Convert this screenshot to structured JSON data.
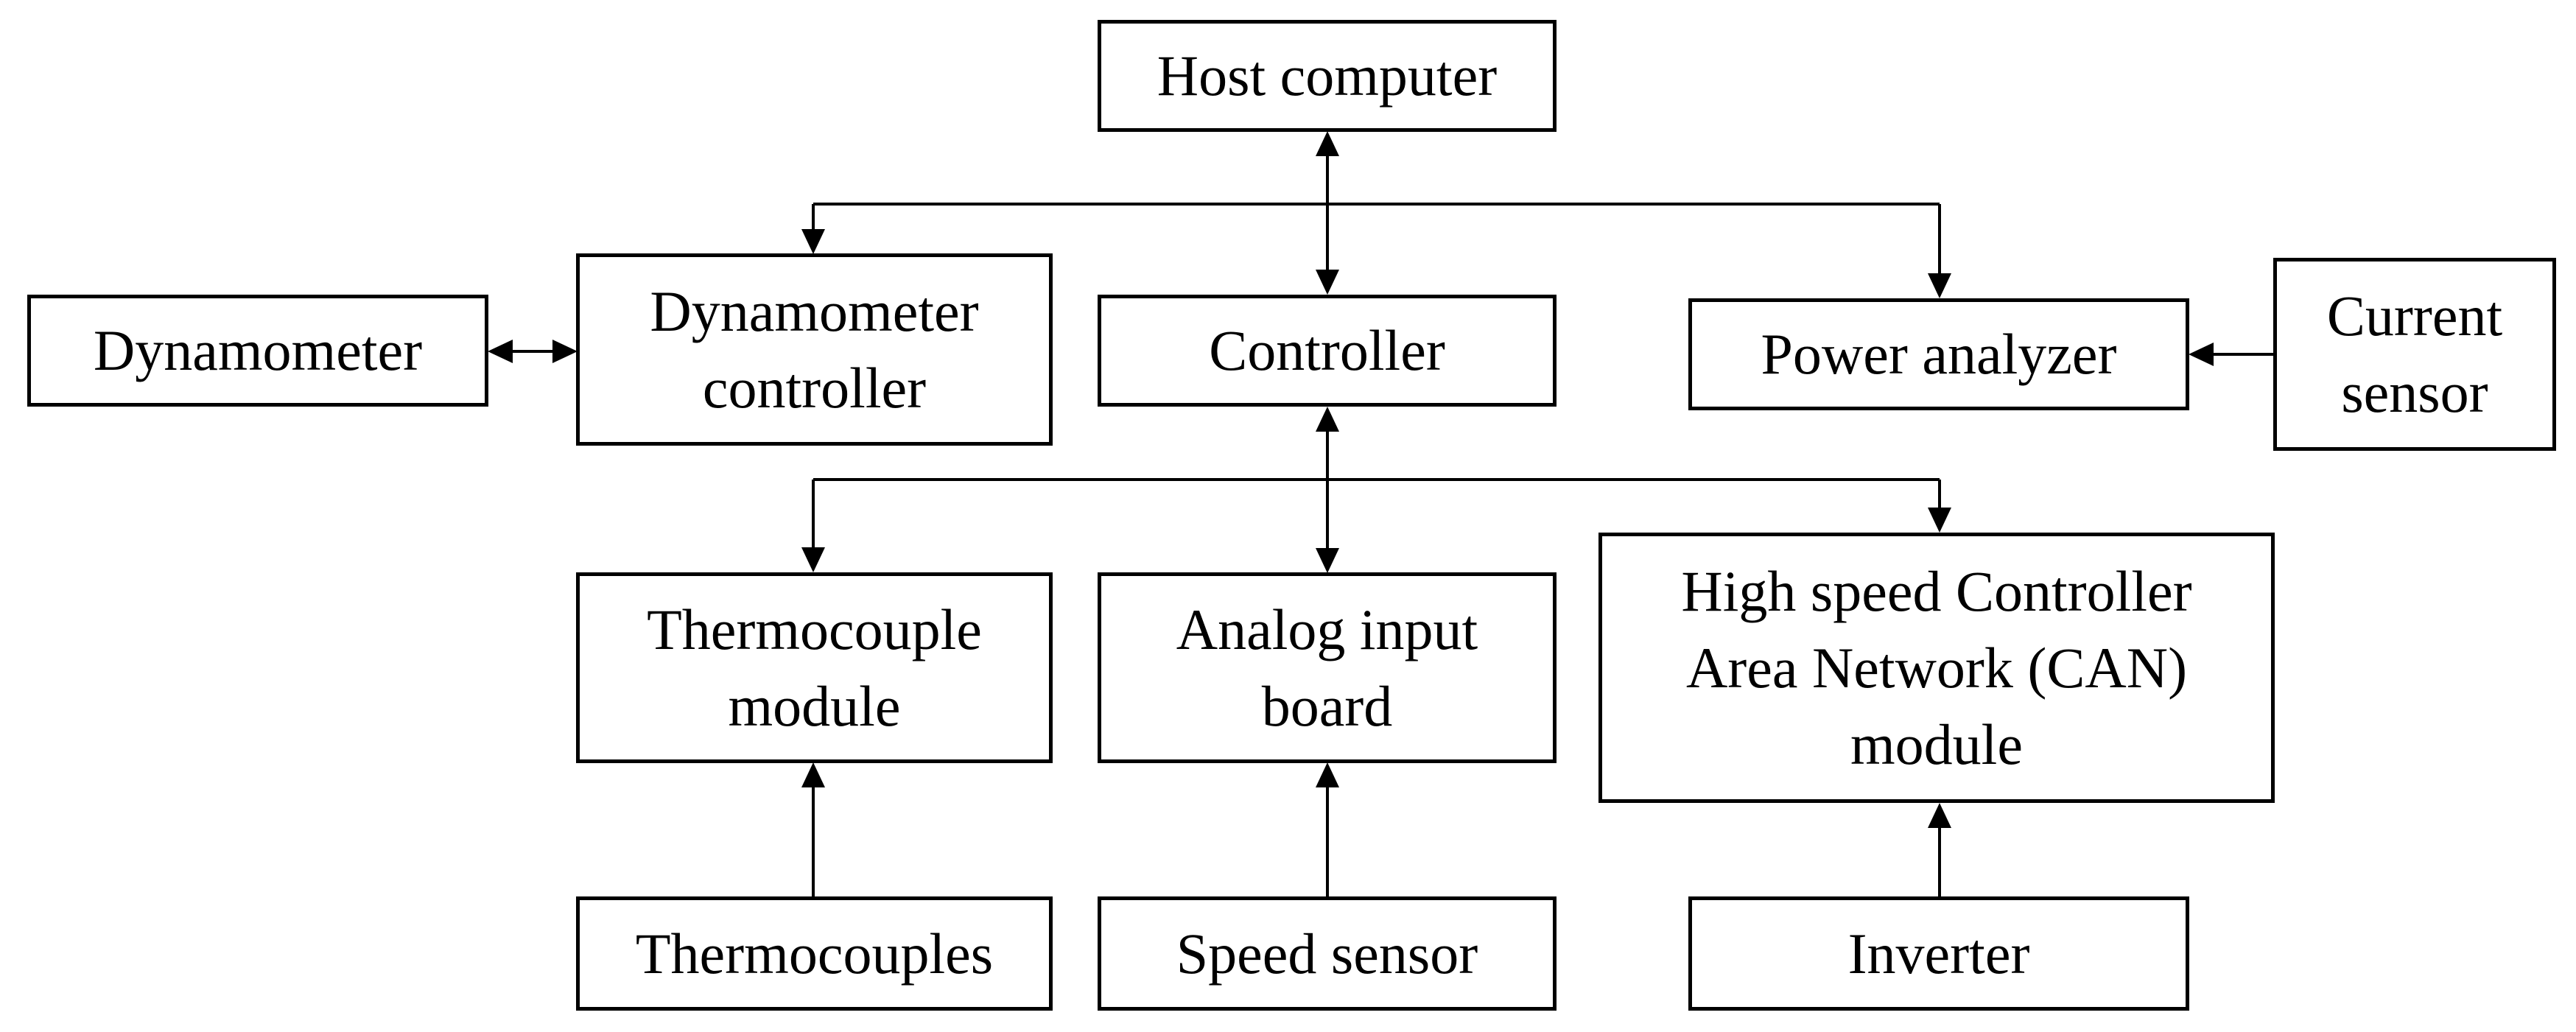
{
  "diagram": {
    "nodes": {
      "host_computer": "Host computer",
      "dynamometer": "Dynamometer",
      "dynamometer_controller": "Dynamometer\ncontroller",
      "controller": "Controller",
      "power_analyzer": "Power analyzer",
      "current_sensor": "Current\nsensor",
      "thermocouple_module": "Thermocouple\nmodule",
      "analog_input_board": "Analog  input\nboard",
      "can_module": "High speed Controller\nArea Network (CAN)\nmodule",
      "thermocouples": "Thermocouples",
      "speed_sensor": "Speed sensor",
      "inverter": "Inverter"
    },
    "edges": [
      {
        "from": "host_computer",
        "to": "controller",
        "direction": "both"
      },
      {
        "from": "host_computer",
        "to": "dynamometer_controller",
        "direction": "forward"
      },
      {
        "from": "host_computer",
        "to": "power_analyzer",
        "direction": "forward"
      },
      {
        "from": "dynamometer",
        "to": "dynamometer_controller",
        "direction": "both"
      },
      {
        "from": "current_sensor",
        "to": "power_analyzer",
        "direction": "forward"
      },
      {
        "from": "controller",
        "to": "analog_input_board",
        "direction": "both"
      },
      {
        "from": "controller",
        "to": "thermocouple_module",
        "direction": "forward"
      },
      {
        "from": "controller",
        "to": "can_module",
        "direction": "forward"
      },
      {
        "from": "thermocouples",
        "to": "thermocouple_module",
        "direction": "forward"
      },
      {
        "from": "speed_sensor",
        "to": "analog_input_board",
        "direction": "forward"
      },
      {
        "from": "inverter",
        "to": "can_module",
        "direction": "forward"
      }
    ]
  }
}
